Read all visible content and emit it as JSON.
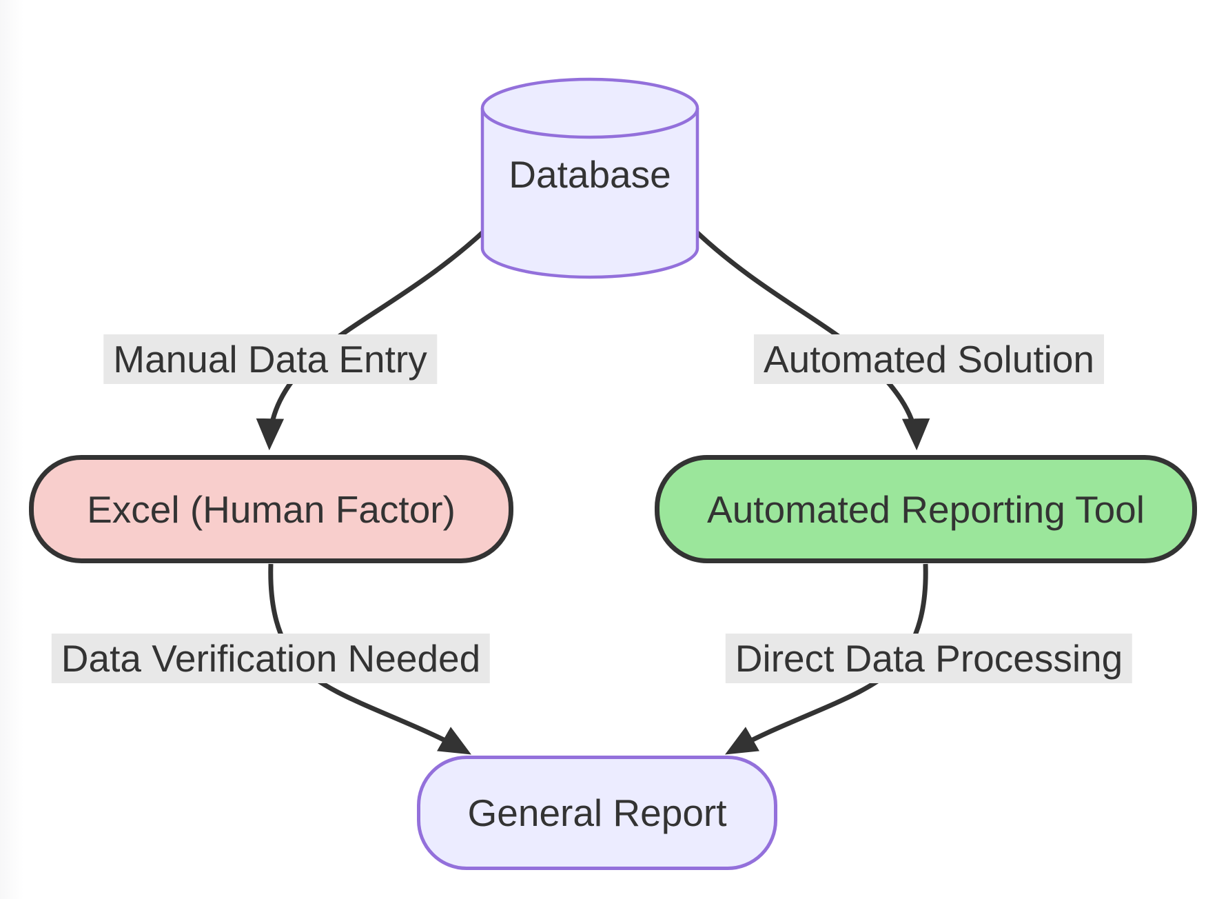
{
  "colors": {
    "canvas_bg": "#FFFFFF",
    "lavender_fill": "#ECECFF",
    "purple_stroke": "#9370DB",
    "pink_fill": "#F8CECC",
    "green_fill": "#9BE69B",
    "dark_stroke": "#333333",
    "edge_color": "#333333",
    "label_bg": "#E8E8E8",
    "text_color": "#333333"
  },
  "diagram": {
    "type": "flowchart",
    "direction": "top-down",
    "nodes": [
      {
        "id": "database",
        "label": "Database",
        "shape": "cylinder"
      },
      {
        "id": "excel",
        "label": "Excel (Human Factor)",
        "shape": "rounded"
      },
      {
        "id": "reporting_tool",
        "label": "Automated Reporting Tool",
        "shape": "rounded"
      },
      {
        "id": "general_report",
        "label": "General Report",
        "shape": "rounded"
      }
    ],
    "edges": [
      {
        "from": "database",
        "to": "excel",
        "label": "Manual Data Entry"
      },
      {
        "from": "database",
        "to": "reporting_tool",
        "label": "Automated Solution"
      },
      {
        "from": "excel",
        "to": "general_report",
        "label": "Data Verification Needed"
      },
      {
        "from": "reporting_tool",
        "to": "general_report",
        "label": "Direct Data Processing"
      }
    ]
  }
}
